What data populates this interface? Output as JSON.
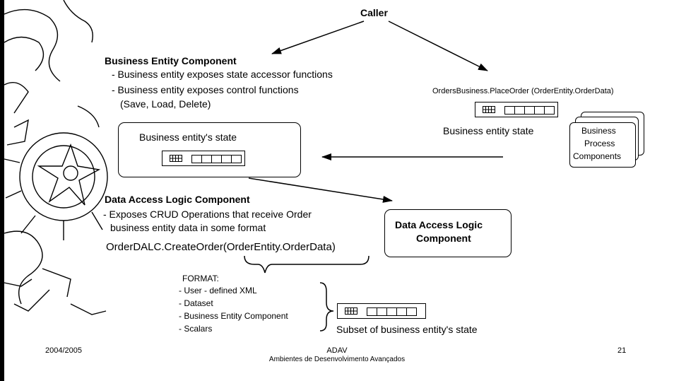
{
  "slide": {
    "caller": "Caller",
    "bec_title": "Business Entity Component",
    "bec_bullet1": "- Business entity exposes state accessor functions",
    "bec_bullet2": "- Business entity exposes control functions",
    "bec_bullet2b": "(Save, Load, Delete)",
    "state_box_label": "Business entity's state",
    "orders_call": "OrdersBusiness.PlaceOrder (OrderEntity.OrderData)",
    "entity_state_label": "Business entity state",
    "bpc_lines": [
      "Business",
      "Process",
      "Components"
    ],
    "dalc_title": "Data Access Logic Component",
    "dalc_bullet1": "- Exposes CRUD Operations that receive Order",
    "dalc_bullet1b": "business entity data in some format",
    "dalc_call": "OrderDALC.CreateOrder(OrderEntity.OrderData)",
    "dalc_box_lines": [
      "Data Access Logic",
      "Component"
    ],
    "format_title": "FORMAT:",
    "format_items": [
      "- User - defined XML",
      "- Dataset",
      "- Business Entity Component",
      "- Scalars"
    ],
    "subset_label": "Subset of business entity's state"
  },
  "footer": {
    "year": "2004/2005",
    "course_code": "ADAV",
    "course_name": "Ambientes de Desenvolvimento Avançados",
    "page_number": "21"
  }
}
